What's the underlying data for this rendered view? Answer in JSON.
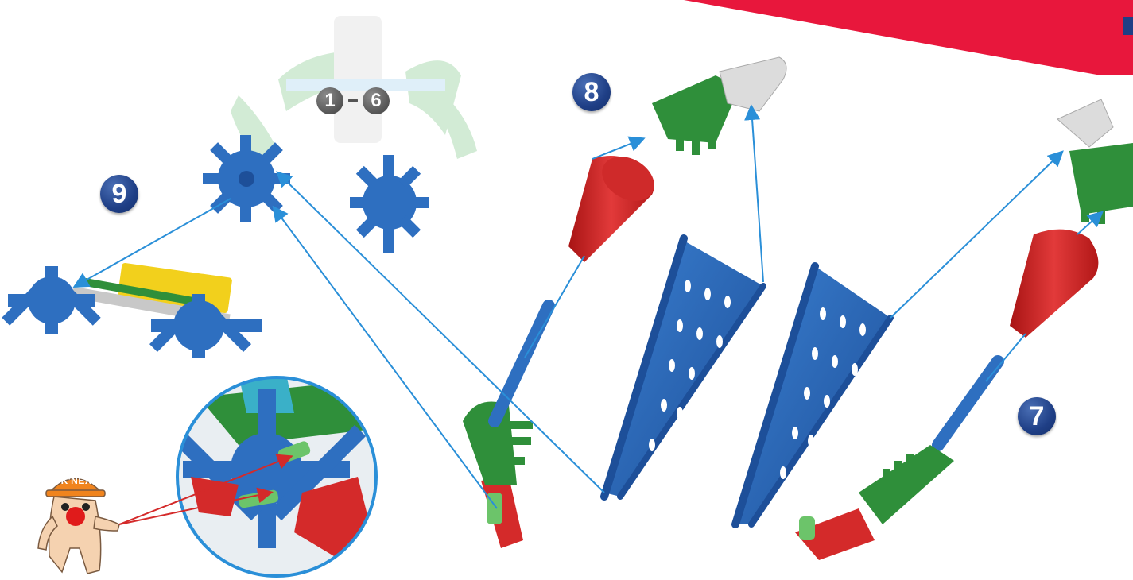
{
  "steps": {
    "step_range_start": "1",
    "step_range_end": "6",
    "step_7": "7",
    "step_8": "8",
    "step_9": "9"
  },
  "mascot": {
    "logo_text": "K'NEX",
    "icon": "knex-mascot-icon"
  },
  "colors": {
    "part_blue": "#2e6fc0",
    "part_green": "#2f8f3a",
    "part_red": "#d42a2a",
    "part_yellow": "#f2d01c",
    "part_gray": "#d9d9d9",
    "arrow_blue": "#2a8fd8",
    "arrow_red": "#d42a2a",
    "banner_red": "#e8173c",
    "badge_navy": "#1f3f86"
  }
}
